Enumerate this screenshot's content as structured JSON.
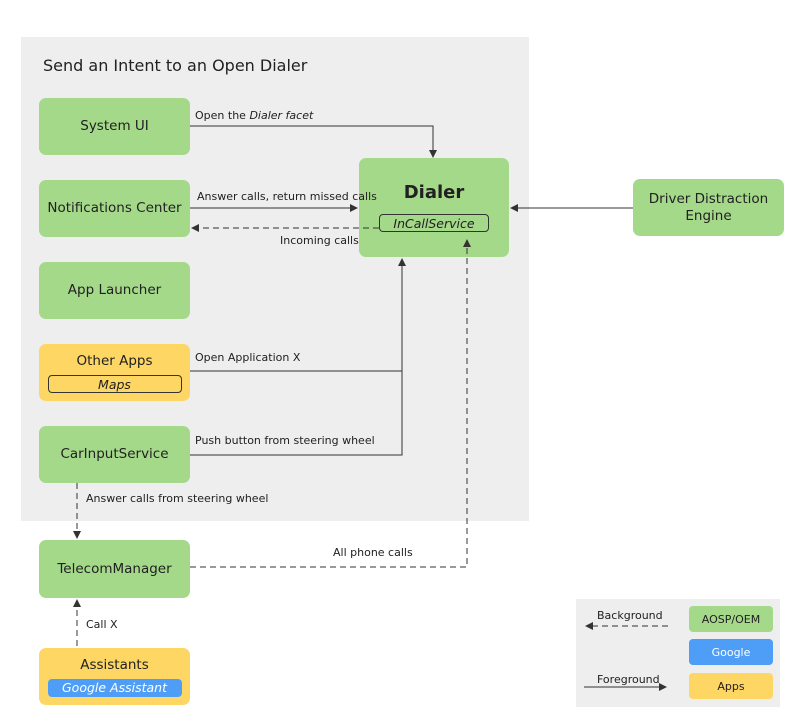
{
  "title": "Send an Intent to an Open Dialer",
  "nodes": {
    "system_ui": "System UI",
    "notifications_center": "Notifications Center",
    "app_launcher": "App Launcher",
    "other_apps": "Other Apps",
    "maps": "Maps",
    "car_input_service": "CarInputService",
    "dialer": "Dialer",
    "in_call_service": "InCallService",
    "driver_distraction_engine": "Driver Distraction Engine",
    "telecom_manager": "TelecomManager",
    "assistants": "Assistants",
    "google_assistant": "Google Assistant"
  },
  "edges": {
    "open_prefix": "Open the ",
    "open_dialer_facet": "Dialer facet",
    "answer_calls": "Answer calls, return missed calls",
    "incoming_calls": "Incoming calls",
    "open_application_x": "Open Application X",
    "push_button": "Push button from steering wheel",
    "answer_steering": "Answer calls from steering wheel",
    "all_phone_calls": "All phone calls",
    "call_x": "Call X"
  },
  "legend": {
    "background": "Background",
    "foreground": "Foreground",
    "aosp_oem": "AOSP/OEM",
    "google": "Google",
    "apps": "Apps"
  },
  "colors": {
    "aosp_oem": "#a5d98a",
    "google": "#4e9ef8",
    "apps": "#fdd663",
    "panel": "#eeeeee"
  }
}
